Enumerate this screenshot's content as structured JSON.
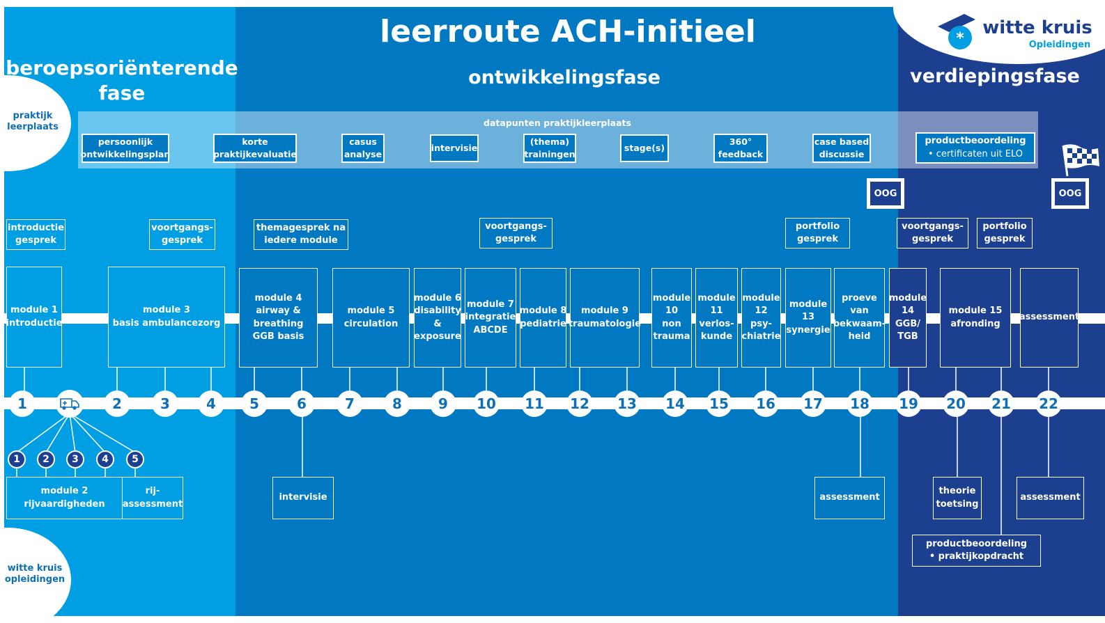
{
  "title": "leerroute ACH-initieel",
  "phases": {
    "p1": [
      "beroepsoriënterende",
      "fase"
    ],
    "p2": "ontwikkelingsfase",
    "p3": "verdiepingsfase"
  },
  "logo": {
    "name": "witte kruis",
    "sub": "Opleidingen"
  },
  "side_labels": {
    "praktijk": [
      "praktijk",
      "leerplaats"
    ],
    "witte_kruis": [
      "witte kruis",
      "opleidingen"
    ]
  },
  "datapunten": {
    "title": "datapunten praktijkleerplaats",
    "items": [
      [
        "persoonlijk",
        "ontwikkelingsplan"
      ],
      [
        "korte",
        "praktijkevaluatie"
      ],
      [
        "casus",
        "analyse"
      ],
      [
        "intervisie"
      ],
      [
        "(thema)",
        "trainingen"
      ],
      [
        "stage(s)"
      ],
      [
        "360°",
        "feedback"
      ],
      [
        "case based",
        "discussie"
      ],
      [
        "productbeoordeling",
        "• certificaten uit ELO"
      ]
    ]
  },
  "oog": [
    "OOG",
    "OOG"
  ],
  "conversations": [
    [
      "introductie",
      "gesprek"
    ],
    [
      "voortgangs-",
      "gesprek"
    ],
    [
      "themagesprek na",
      "iedere module"
    ],
    [
      "voortgangs-",
      "gesprek"
    ],
    [
      "portfolio",
      "gesprek"
    ],
    [
      "voortgangs-",
      "gesprek"
    ],
    [
      "portfolio",
      "gesprek"
    ]
  ],
  "modules": [
    [
      "module 1",
      "introductie"
    ],
    [
      "module 3",
      "basis ambulancezorg"
    ],
    [
      "module 4",
      "airway &",
      "breathing",
      "GGB basis"
    ],
    [
      "module 5",
      "circulation"
    ],
    [
      "module 6",
      "disability",
      "&",
      "exposure"
    ],
    [
      "module 7",
      "integratie",
      "ABCDE"
    ],
    [
      "module 8",
      "pediatrie"
    ],
    [
      "module 9",
      "traumatologie"
    ],
    [
      "module",
      "10",
      "non",
      "trauma"
    ],
    [
      "module",
      "11",
      "verlos-",
      "kunde"
    ],
    [
      "module",
      "12",
      "psy-",
      "chiatrie"
    ],
    [
      "module",
      "13",
      "synergie"
    ],
    [
      "proeve",
      "van",
      "bekwaam-",
      "heid"
    ],
    [
      "module",
      "14",
      "GGB/",
      "TGB"
    ],
    [
      "module 15",
      "afronding"
    ],
    [
      "assessment"
    ]
  ],
  "nodes": [
    "1",
    "2",
    "3",
    "4",
    "5",
    "6",
    "7",
    "8",
    "9",
    "10",
    "11",
    "12",
    "13",
    "14",
    "15",
    "16",
    "17",
    "18",
    "19",
    "20",
    "21",
    "22"
  ],
  "subnodes": [
    "1",
    "2",
    "3",
    "4",
    "5"
  ],
  "bottom": [
    [
      "module 2",
      "rijvaardigheden"
    ],
    [
      "rij-",
      "assessment"
    ],
    [
      "intervisie"
    ],
    [
      "assessment"
    ],
    [
      "theorie",
      "toetsing"
    ],
    [
      "productbeoordeling",
      "• praktijkopdracht"
    ],
    [
      "assessment"
    ]
  ],
  "icons": {
    "ambulance": "ambulance-icon",
    "finish": "finish-flag-icon",
    "logo": "witte-kruis-logo"
  },
  "colors": {
    "phase1": "#009ee3",
    "phase2": "#0079c2",
    "phase3": "#1d3f8f",
    "line": "#ffffff"
  }
}
